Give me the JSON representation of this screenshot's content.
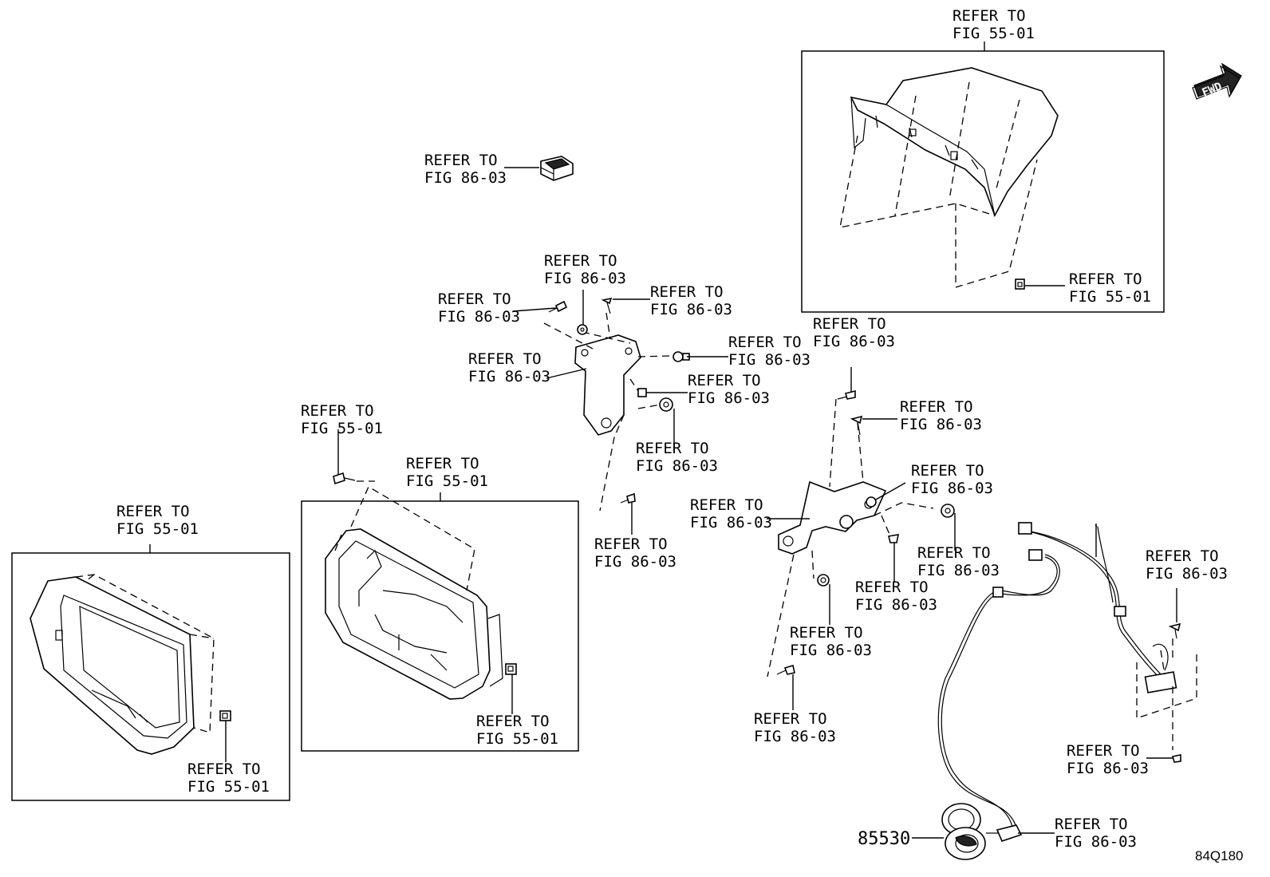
{
  "callouts": [
    {
      "line1": "REFER TO",
      "line2": "FIG 55-01"
    },
    {
      "line1": "REFER TO",
      "line2": "FIG 86-03"
    },
    {
      "line1": "REFER TO",
      "line2": "FIG 55-01"
    },
    {
      "line1": "REFER TO",
      "line2": "FIG 86-03"
    },
    {
      "line1": "REFER TO",
      "line2": "FIG 86-03"
    },
    {
      "line1": "REFER TO",
      "line2": "FIG 86-03"
    },
    {
      "line1": "REFER TO",
      "line2": "FIG 86-03"
    },
    {
      "line1": "REFER TO",
      "line2": "FIG 86-03"
    },
    {
      "line1": "REFER TO",
      "line2": "FIG 86-03"
    },
    {
      "line1": "REFER TO",
      "line2": "FIG 86-03"
    },
    {
      "line1": "REFER TO",
      "line2": "FIG 86-03"
    },
    {
      "line1": "REFER TO",
      "line2": "FIG 55-01"
    },
    {
      "line1": "REFER TO",
      "line2": "FIG 55-01"
    },
    {
      "line1": "REFER TO",
      "line2": "FIG 86-03"
    },
    {
      "line1": "REFER TO",
      "line2": "FIG 55-01"
    },
    {
      "line1": "REFER TO",
      "line2": "FIG 86-03"
    },
    {
      "line1": "REFER TO",
      "line2": "FIG 86-03"
    },
    {
      "line1": "REFER TO",
      "line2": "FIG 86-03"
    },
    {
      "line1": "REFER TO",
      "line2": "FIG 86-03"
    },
    {
      "line1": "REFER TO",
      "line2": "FIG 86-03"
    },
    {
      "line1": "REFER TO",
      "line2": "FIG 86-03"
    },
    {
      "line1": "REFER TO",
      "line2": "FIG 55-01"
    },
    {
      "line1": "REFER TO",
      "line2": "FIG 86-03"
    },
    {
      "line1": "REFER TO",
      "line2": "FIG 55-01"
    },
    {
      "line1": "REFER TO",
      "line2": "FIG 86-03"
    },
    {
      "line1": "REFER TO",
      "line2": "FIG 86-03"
    },
    {
      "line1": "REFER TO",
      "line2": "FIG 86-03"
    }
  ],
  "part_number": "85530",
  "figure_code": "84Q180",
  "fwd_label": "FWD",
  "fwd_icon": "fwd-arrow-icon"
}
